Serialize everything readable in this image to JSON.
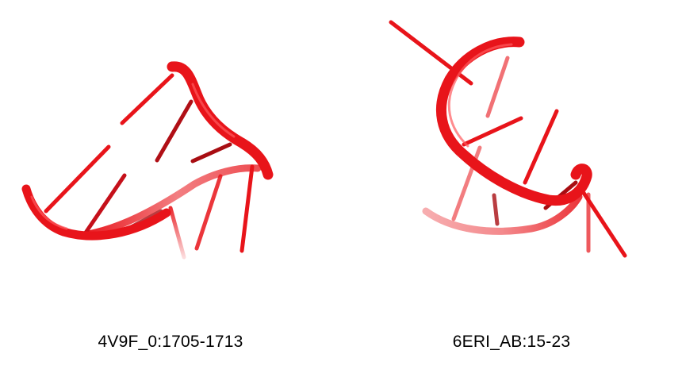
{
  "panels": [
    {
      "caption": "4V9F_0:1705-1713",
      "render": "RNA backbone cartoon with base sticks",
      "color": "#e8141a"
    },
    {
      "caption": "6ERI_AB:15-23",
      "render": "RNA backbone cartoon with base sticks",
      "color": "#e8141a"
    }
  ],
  "colors": {
    "strand": "#e8141a",
    "strand_highlight": "#ff4a4e",
    "strand_shadow": "#a80d12",
    "strand_faded": "#f2a3a5",
    "background": "#ffffff"
  }
}
